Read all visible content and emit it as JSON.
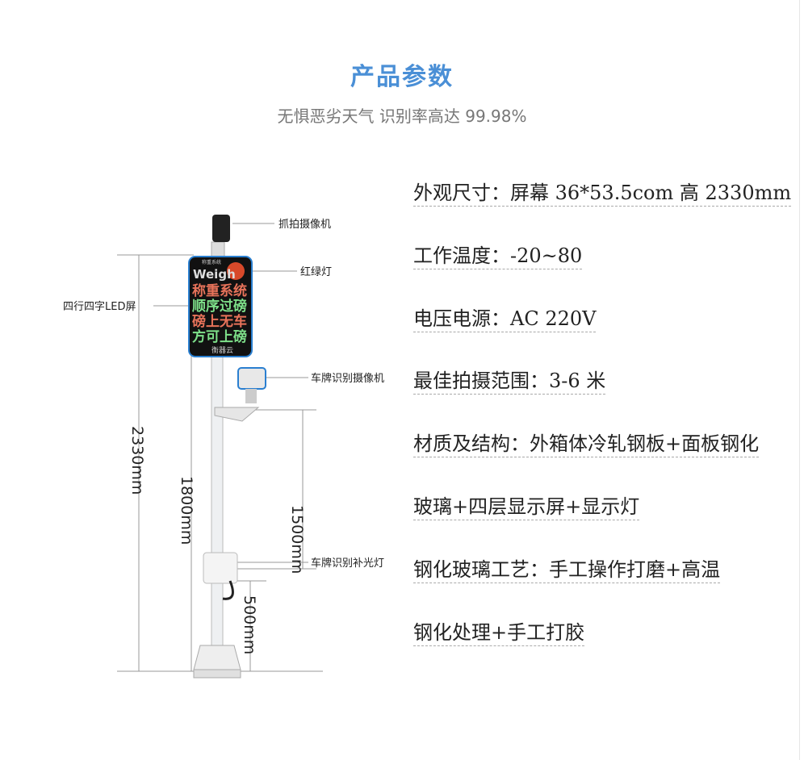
{
  "header": {
    "title": "产品参数",
    "subtitle": "无惧恶劣天气  识别率高达 99.98%"
  },
  "colors": {
    "title": "#4a8fd6",
    "led_red": "#e8735a",
    "led_green": "#7ee08a"
  },
  "diagram": {
    "labels": {
      "capture_camera": "抓拍摄像机",
      "traffic_light": "红绿灯",
      "led_screen": "四行四字LED屏",
      "plate_camera": "车牌识别摄像机",
      "fill_light": "车牌识别补光灯"
    },
    "dimensions": {
      "total": "2330mm",
      "screen_bottom": "1800mm",
      "camera_arm": "1500mm",
      "fill_light": "500mm"
    },
    "led": {
      "brand_small": "称重系统",
      "brand": "Weigh",
      "lines": [
        "称重系统",
        "顺序过磅",
        "磅上无车",
        "方可上磅"
      ],
      "footer": "衡器云"
    }
  },
  "specs": [
    "外观尺寸：屏幕 36*53.5com  高 2330mm",
    "工作温度：-20~80",
    "电压电源：AC 220V",
    "最佳拍摄范围：3-6 米",
    "材质及结构：外箱体冷轧钢板+面板钢化",
    "玻璃+四层显示屏+显示灯",
    "钢化玻璃工艺：手工操作打磨+高温",
    "钢化处理+手工打胶"
  ]
}
